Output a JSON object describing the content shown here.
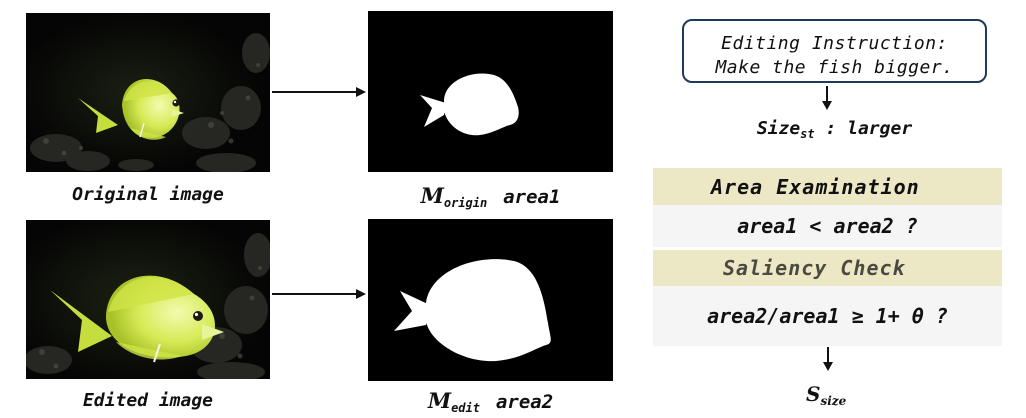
{
  "left": {
    "original_caption": "Original image",
    "edited_caption": "Edited image"
  },
  "masks": {
    "origin_symbol": "M",
    "origin_subscript": "origin",
    "origin_area": "area1",
    "edit_symbol": "M",
    "edit_subscript": "edit",
    "edit_area": "area2"
  },
  "instruction": {
    "line1": "Editing Instruction:",
    "line2": "Make the fish bigger."
  },
  "size_target": {
    "symbol": "Size",
    "subscript": "st",
    "value": " : larger"
  },
  "area_exam": {
    "title": "Area Examination",
    "condition": "area1 < area2 ?"
  },
  "saliency": {
    "title": "Saliency Check",
    "condition": "area2/area1 ≥ 1+ θ ?"
  },
  "output": {
    "symbol": "S",
    "subscript": "size"
  },
  "colors": {
    "instruction_border": "#1f3a5a",
    "header_band": "#ece8c6",
    "body_band": "#f5f5f5",
    "fish_body": "#d9ec5c",
    "fish_head": "#eef8a0",
    "background_dark": "#050505"
  }
}
